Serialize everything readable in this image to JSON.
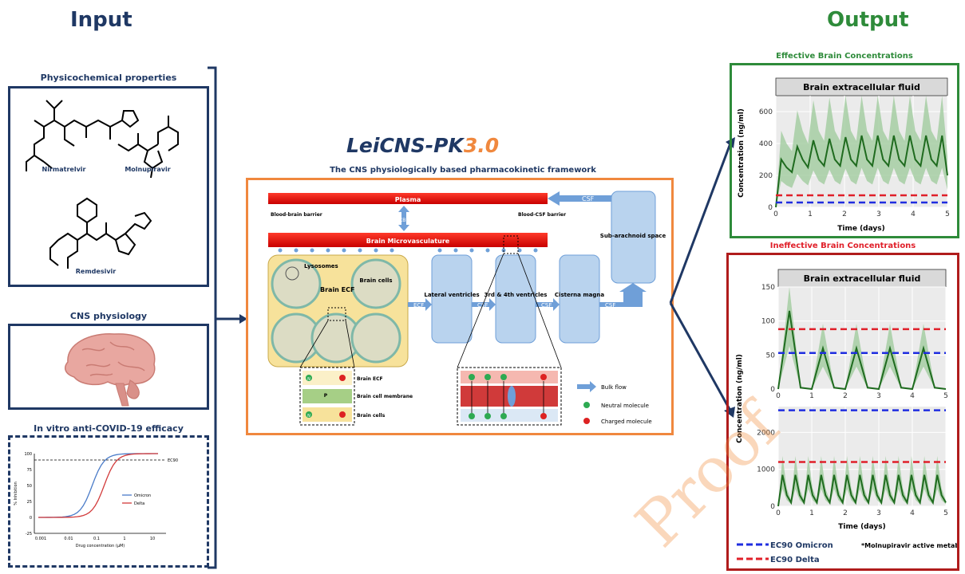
{
  "input": {
    "heading": "Input",
    "physchem": {
      "title": "Physicochemical properties",
      "drugs": [
        "Nirmatrelvir",
        "Molnupiravir",
        "Remdesivir"
      ]
    },
    "cns": {
      "title": "CNS physiology"
    },
    "invitro": {
      "title": "In vitro anti-COVID-19 efficacy",
      "ylabel": "% Inhibition",
      "xlabel": "Drug concentration (µM)",
      "yticks": [
        "100",
        "75",
        "50",
        "25",
        "0",
        "-25"
      ],
      "xticks": [
        "0.001",
        "0.01",
        "0.1",
        "1",
        "10"
      ],
      "ec_label": "EC90",
      "legend": [
        "Omicron",
        "Delta"
      ]
    }
  },
  "model": {
    "title_main": "LeiCNS-PK",
    "title_version": "3.0",
    "subtitle": "The CNS physiologically based pharmacokinetic framework",
    "plasma": "Plasma",
    "csf_top": "CSF",
    "bbb_label": "Blood-brain barrier",
    "bcsfb_label": "Blood-CSF barrier",
    "cbf": "CBF",
    "microvasculature": "Brain Microvasculature",
    "lysosomes": "Lysosomes",
    "brain_ecf": "Brain ECF",
    "brain_cells": "Brain cells",
    "lateral": "Lateral ventricles",
    "third_fourth": "3rd & 4th ventricles",
    "cisterna": "Cisterna magna",
    "subarachnoid": "Sub-arachnoid space",
    "flow_ecf": "ECF",
    "flow_csf": "CSF",
    "detail_labels": [
      "Brain ECF",
      "Brain cell membrane",
      "Brain cells"
    ],
    "p_label": "P",
    "legend": [
      "Bulk flow",
      "Neutral molecule",
      "Charged molecule"
    ],
    "n_symbol": "N"
  },
  "output": {
    "heading": "Output",
    "effective": {
      "title": "Effective Brain Concentrations",
      "panel_title": "Brain extracellular fluid",
      "ylabel": "Concentration (ng/ml)",
      "xlabel": "Time (days)",
      "yticks": [
        "0",
        "200",
        "400",
        "600"
      ],
      "xticks": [
        "0",
        "1",
        "2",
        "3",
        "4",
        "5"
      ]
    },
    "ineffective": {
      "title": "Ineffective Brain Concentrations",
      "panel_title": "Brain extracellular fluid",
      "ylabel": "Concentration (ng/ml)",
      "xlabel": "Time (days)",
      "yticks_top": [
        "0",
        "50",
        "100",
        "150"
      ],
      "yticks_bottom": [
        "0",
        "1000",
        "2000"
      ],
      "xticks": [
        "0",
        "1",
        "2",
        "3",
        "4",
        "5"
      ]
    },
    "legend": {
      "omicron": "EC90 Omicron",
      "delta": "EC90 Delta",
      "note": "*Molnupiravir active metabolite"
    }
  },
  "watermark": "Proof",
  "colors": {
    "navy": "#1f3864",
    "green_border": "#2e8b3a",
    "red_border": "#b01c1c",
    "orange_border": "#f0883e",
    "omicron": "#1f2de0",
    "delta": "#e0202a",
    "curve": "#1f6b1f",
    "band": "#9cc99a"
  },
  "chart_data": [
    {
      "type": "line",
      "title": "Brain extracellular fluid",
      "xlabel": "Time (days)",
      "ylabel": "Concentration (ng/ml)",
      "xlim": [
        0,
        5
      ],
      "ylim": [
        0,
        700
      ],
      "series": [
        {
          "values": [
            0,
            300,
            250,
            220,
            380,
            300,
            250,
            420,
            300,
            260,
            430,
            300,
            260,
            440,
            300,
            260,
            450,
            300,
            260,
            450,
            300,
            260,
            450,
            300,
            260,
            450,
            300,
            260,
            450,
            300,
            260,
            450,
            200
          ]
        },
        {
          "name": "EC90 Omicron",
          "values": [
            30,
            30
          ]
        },
        {
          "name": "EC90 Delta",
          "values": [
            75,
            75
          ]
        }
      ]
    },
    {
      "type": "line",
      "title": "Brain extracellular fluid",
      "xlabel": "Time (days)",
      "ylabel": "Concentration (ng/ml)",
      "xlim": [
        0,
        5
      ],
      "ylim": [
        0,
        150
      ],
      "series": [
        {
          "values": [
            0,
            115,
            2,
            0,
            60,
            2,
            0,
            60,
            2,
            0,
            60,
            2,
            0,
            60,
            2,
            0
          ]
        },
        {
          "name": "EC90 Omicron",
          "values": [
            53,
            53
          ]
        },
        {
          "name": "EC90 Delta",
          "values": [
            88,
            88
          ]
        }
      ]
    },
    {
      "type": "line",
      "xlabel": "Time (days)",
      "ylabel": "Concentration (ng/ml)",
      "xlim": [
        0,
        5
      ],
      "ylim": [
        0,
        2700
      ],
      "series": [
        {
          "values": [
            0,
            850,
            300,
            100,
            850,
            300,
            100,
            850,
            300,
            100,
            850,
            300,
            100,
            850,
            300,
            100,
            850,
            300,
            100,
            850,
            300,
            100,
            850,
            300,
            100,
            850,
            300,
            100,
            850,
            300,
            100,
            850,
            300,
            100,
            850,
            300,
            100,
            850,
            300,
            100
          ]
        },
        {
          "name": "EC90 Omicron",
          "values": [
            2600,
            2600
          ]
        },
        {
          "name": "EC90 Delta",
          "values": [
            1200,
            1200
          ]
        }
      ]
    },
    {
      "type": "line",
      "title": "In vitro anti-COVID-19 efficacy",
      "xlabel": "Drug concentration (µM)",
      "ylabel": "% Inhibition",
      "ylim": [
        -25,
        100
      ],
      "series": [
        {
          "name": "Omicron",
          "values": [
            0,
            2,
            20,
            80,
            98,
            100
          ]
        },
        {
          "name": "Delta",
          "values": [
            0,
            0,
            5,
            50,
            95,
            100
          ]
        }
      ]
    }
  ]
}
